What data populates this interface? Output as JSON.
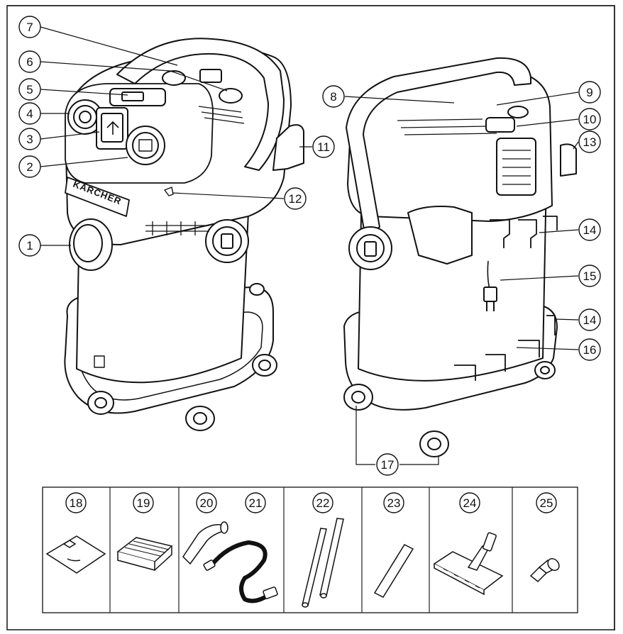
{
  "brand_text": "KÄRCHER",
  "callouts": [
    {
      "id": "1",
      "label": "1"
    },
    {
      "id": "2",
      "label": "2"
    },
    {
      "id": "3",
      "label": "3"
    },
    {
      "id": "4",
      "label": "4"
    },
    {
      "id": "5",
      "label": "5"
    },
    {
      "id": "6",
      "label": "6"
    },
    {
      "id": "7",
      "label": "7"
    },
    {
      "id": "8",
      "label": "8"
    },
    {
      "id": "9",
      "label": "9"
    },
    {
      "id": "10",
      "label": "10"
    },
    {
      "id": "11",
      "label": "11"
    },
    {
      "id": "12",
      "label": "12"
    },
    {
      "id": "13",
      "label": "13"
    },
    {
      "id": "14a",
      "label": "14"
    },
    {
      "id": "14b",
      "label": "14"
    },
    {
      "id": "15",
      "label": "15"
    },
    {
      "id": "16",
      "label": "16"
    },
    {
      "id": "17",
      "label": "17"
    }
  ],
  "accessories": [
    {
      "label": "18",
      "icon": "filter-bag-icon"
    },
    {
      "label": "19",
      "icon": "flat-pleated-filter-icon"
    },
    {
      "label": "20",
      "icon": "elbow-grip-icon"
    },
    {
      "label": "21",
      "icon": "suction-hose-icon"
    },
    {
      "label": "22",
      "icon": "extension-tubes-icon"
    },
    {
      "label": "23",
      "icon": "crevice-nozzle-icon"
    },
    {
      "label": "24",
      "icon": "floor-nozzle-icon"
    },
    {
      "label": "25",
      "icon": "adapter-icon"
    }
  ]
}
